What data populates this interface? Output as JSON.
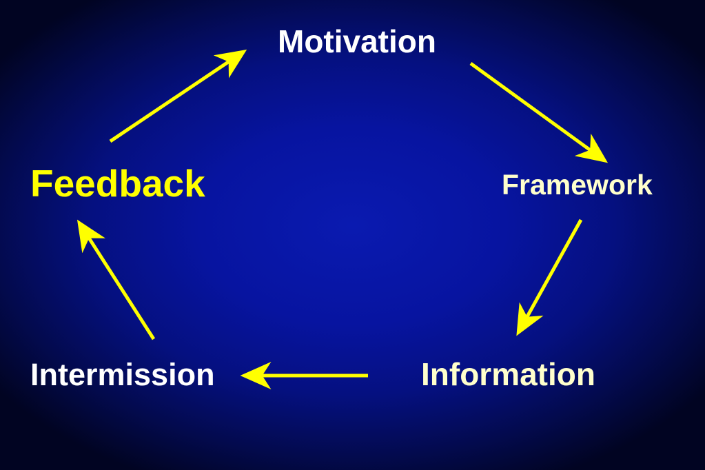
{
  "diagram": {
    "nodes": {
      "motivation": "Motivation",
      "framework": "Framework",
      "information": "Information",
      "intermission": "Intermission",
      "feedback": "Feedback"
    },
    "edges": [
      {
        "from": "Motivation",
        "to": "Framework"
      },
      {
        "from": "Framework",
        "to": "Information"
      },
      {
        "from": "Information",
        "to": "Intermission"
      },
      {
        "from": "Intermission",
        "to": "Feedback"
      },
      {
        "from": "Feedback",
        "to": "Motivation"
      }
    ],
    "colors": {
      "background": "#0714a0",
      "arrow": "#ffff00",
      "text_white": "#ffffff",
      "text_cream": "#ffffcc",
      "text_yellow": "#ffff00"
    }
  }
}
